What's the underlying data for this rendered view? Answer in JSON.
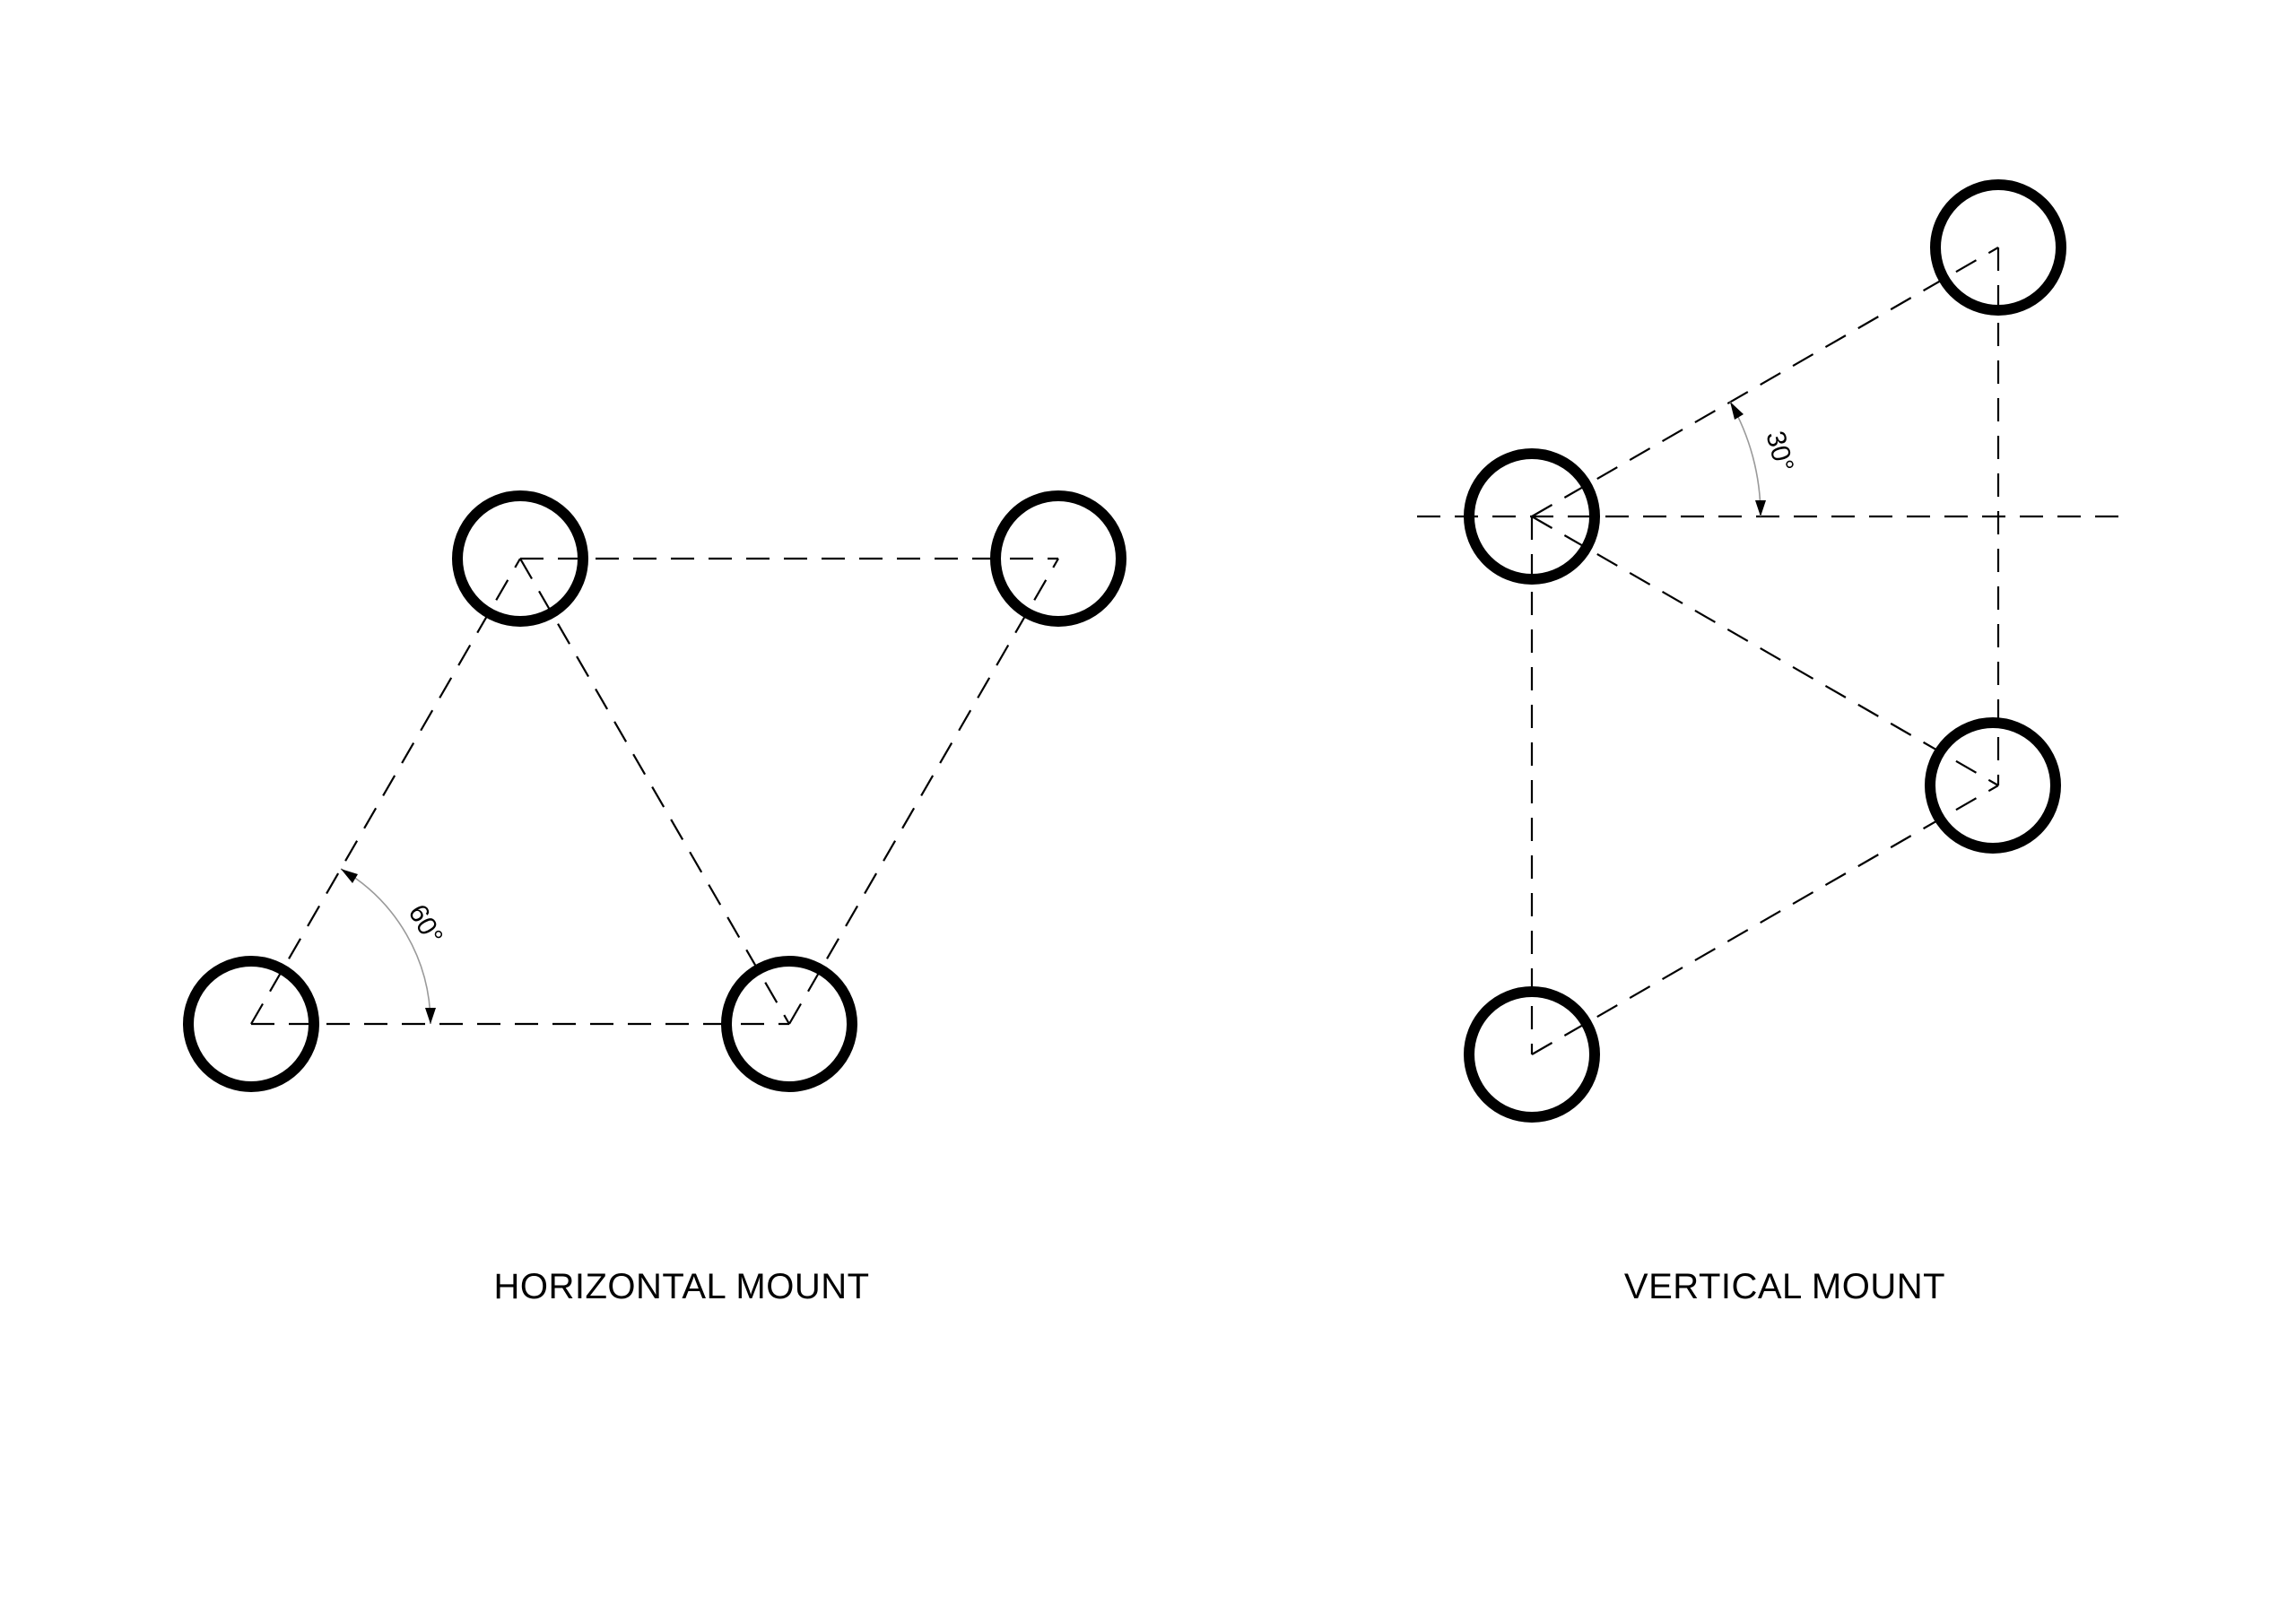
{
  "views": [
    {
      "id": "horizontal",
      "caption": "HORIZONTAL MOUNT",
      "angle_label": "60°",
      "hole_count": 4
    },
    {
      "id": "vertical",
      "caption": "VERTICAL MOUNT",
      "angle_label": "30°",
      "hole_count": 4
    }
  ],
  "colors": {
    "line": "#000000",
    "dimension_arc": "#9a9a9a",
    "background": "#ffffff"
  }
}
